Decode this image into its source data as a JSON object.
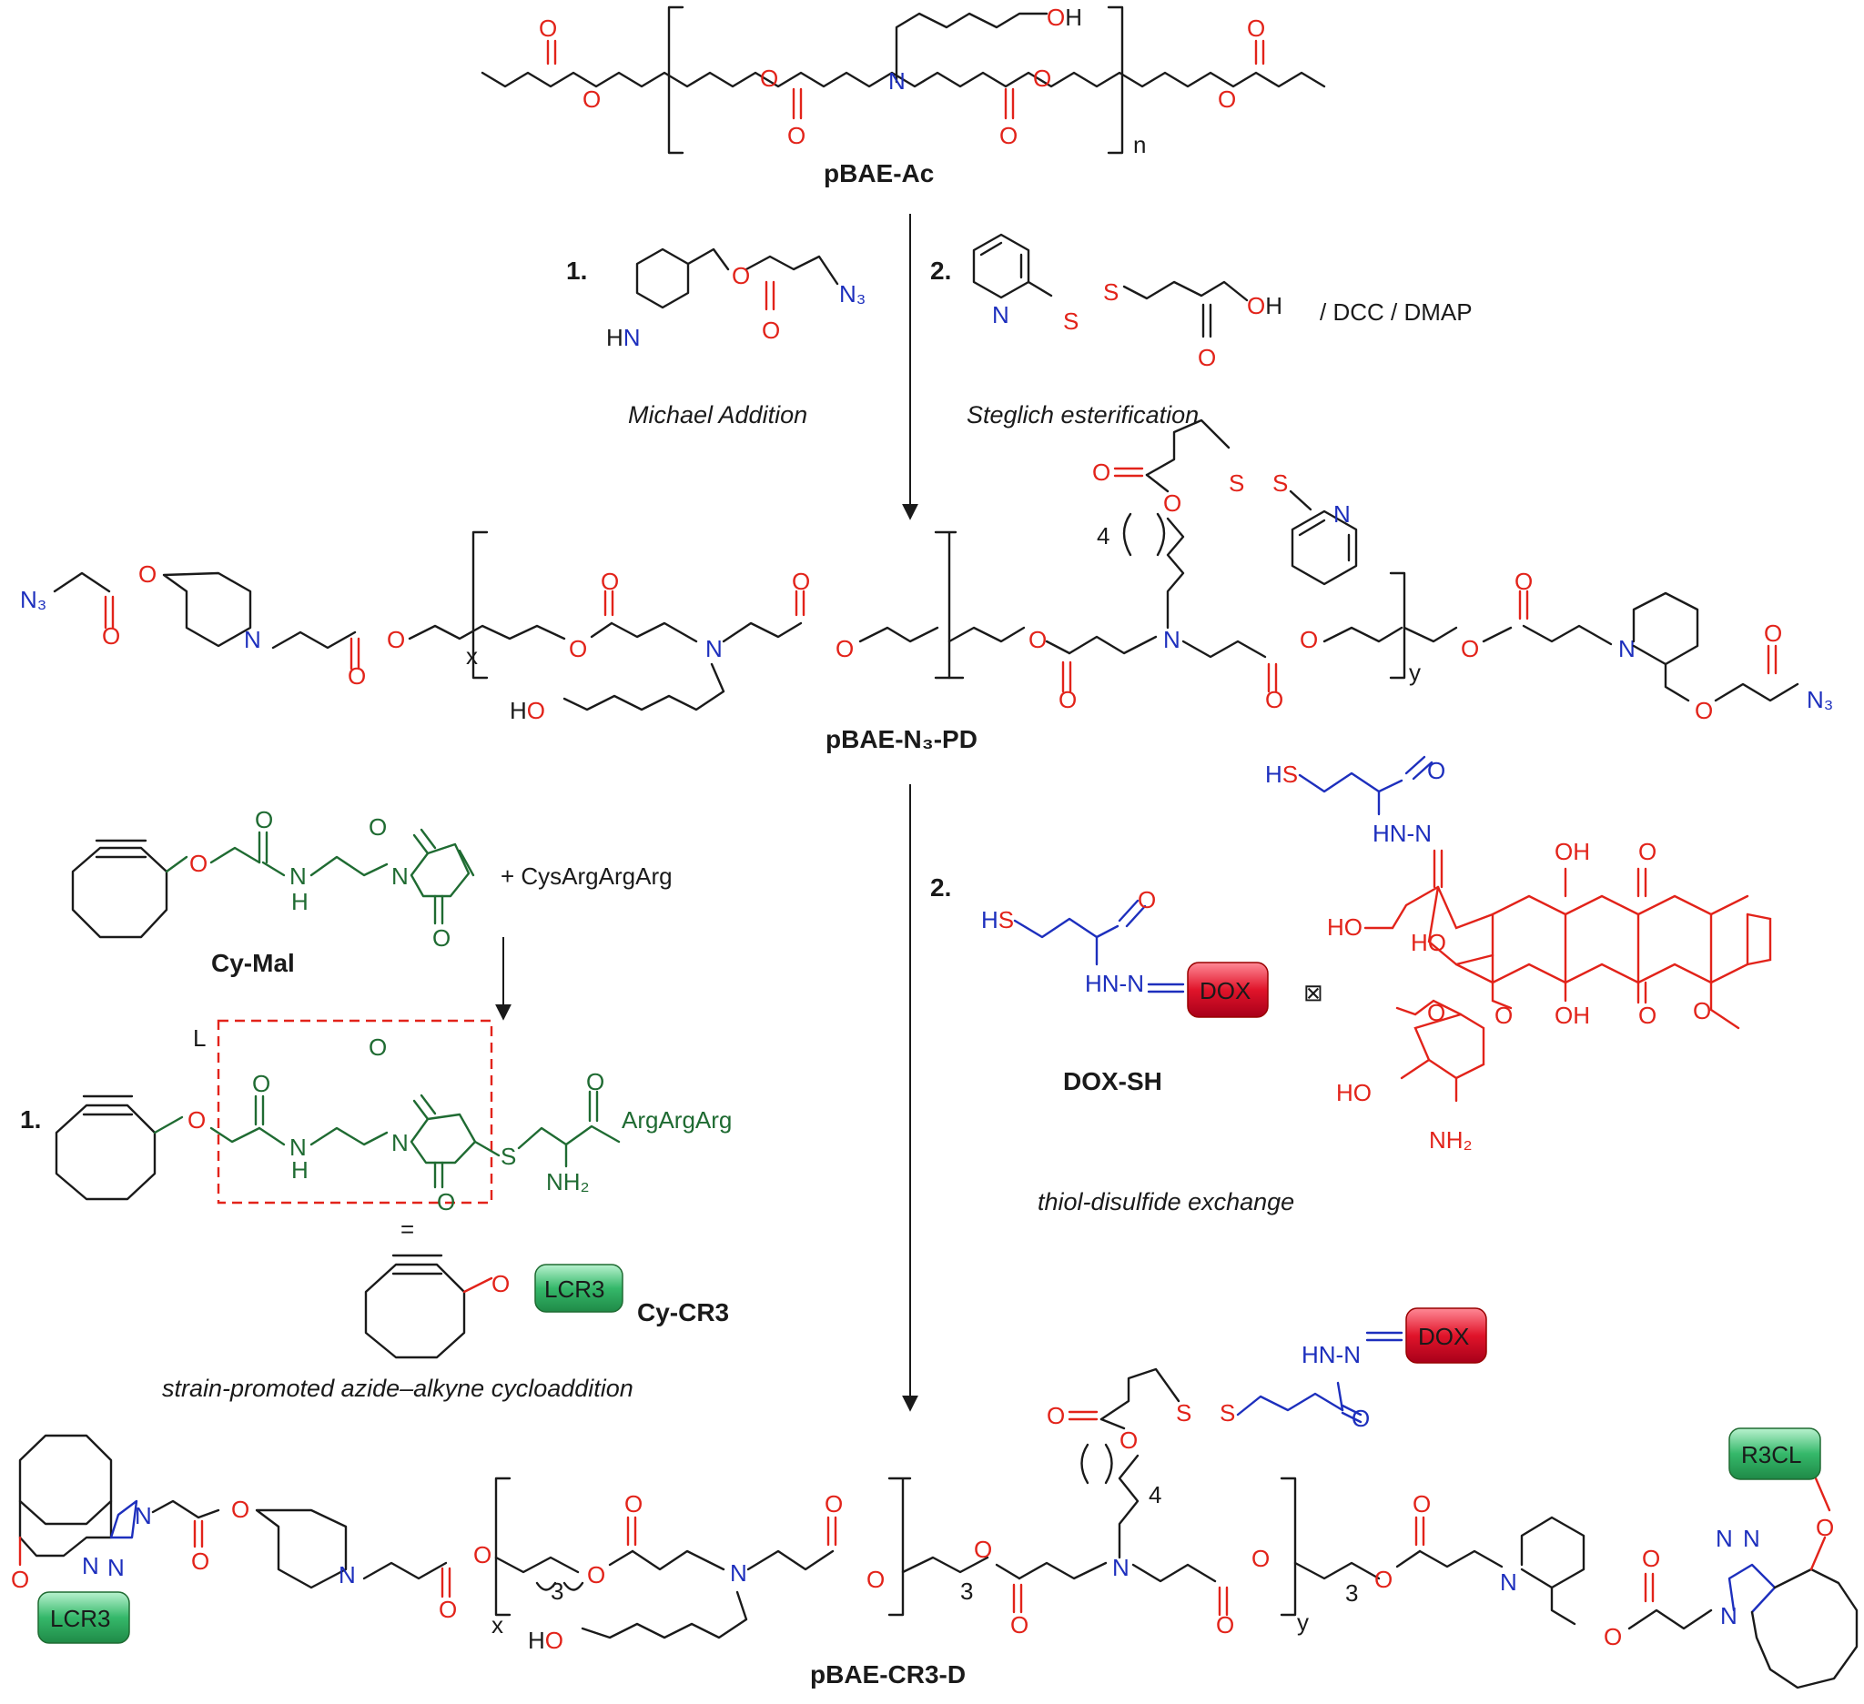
{
  "labels": {
    "pbae_ac": "pBAE-Ac",
    "pbae_n3_pd": "pBAE-N₃-PD",
    "pbae_cr3_d": "pBAE-CR3-D",
    "cy_mal": "Cy-Mal",
    "cy_cr3": "Cy-CR3",
    "dox_sh": "DOX-SH"
  },
  "steps": {
    "step1_top": "1.",
    "step2_top": "2.",
    "step2_bottom": "2.",
    "step1_bottom": "1.",
    "michael": "Michael Addition",
    "steglich": "Steglich esterification",
    "steglich_reagents": "/ DCC / DMAP",
    "thiol": "thiol-disulfide  exchange",
    "spaac": "strain-promoted  azide–alkyne  cycloaddition",
    "cys_peptide": "+  CysArgArgArg",
    "arg_tail": "ArgArgArg",
    "l_marker": "L",
    "equals_marker": "=",
    "box_marker": "⊠"
  },
  "boxes": {
    "dox": "DOX",
    "lcr3": "LCR3",
    "r3cl": "R3CL"
  },
  "atoms": {
    "O": "O",
    "OH": "OH",
    "HO": "HO",
    "N": "N",
    "HN": "HN",
    "NH": "H",
    "S": "S",
    "N3": "N₃",
    "NH2": "NH₂",
    "HS": "HS",
    "HN_N": "HN-N",
    "n": "n",
    "x": "x",
    "y": "y",
    "four": "4",
    "three": "3"
  },
  "colors": {
    "red": "#e2231a",
    "blue": "#1d2fbd",
    "green": "#1f6b32",
    "box_red": "#e0142a",
    "box_green": "#35b86a"
  }
}
